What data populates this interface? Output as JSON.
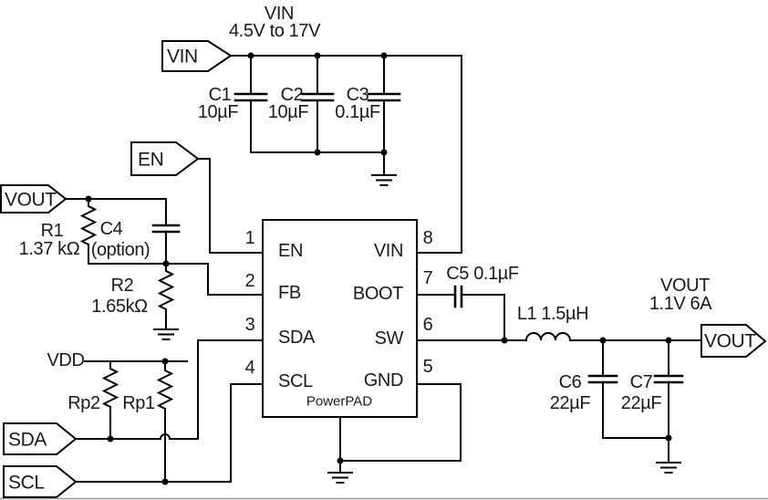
{
  "input": {
    "flag": "VIN",
    "net_name": "VIN",
    "net_range": "4.5V to 17V",
    "capacitors": [
      {
        "ref": "C1",
        "value": "10µF"
      },
      {
        "ref": "C2",
        "value": "10µF"
      },
      {
        "ref": "C3",
        "value": "0.1µF"
      }
    ]
  },
  "enable": {
    "flag": "EN"
  },
  "feedback": {
    "flag": "VOUT",
    "r1": {
      "ref": "R1",
      "value": "1.37 kΩ"
    },
    "c4": {
      "ref": "C4",
      "value": "(option)"
    },
    "r2": {
      "ref": "R2",
      "value": "1.65kΩ"
    }
  },
  "i2c": {
    "vdd_label": "VDD",
    "rp2_label": "Rp2",
    "rp1_label": "Rp1",
    "sda_flag": "SDA",
    "scl_flag": "SCL"
  },
  "ic": {
    "pad_label": "PowerPAD",
    "pins_left": [
      {
        "num": "1",
        "name": "EN"
      },
      {
        "num": "2",
        "name": "FB"
      },
      {
        "num": "3",
        "name": "SDA"
      },
      {
        "num": "4",
        "name": "SCL"
      }
    ],
    "pins_right": [
      {
        "num": "8",
        "name": "VIN"
      },
      {
        "num": "7",
        "name": "BOOT"
      },
      {
        "num": "6",
        "name": "SW"
      },
      {
        "num": "5",
        "name": "GND"
      }
    ]
  },
  "output": {
    "c5_label": "C5 0.1µF",
    "l1_label": "L1 1.5µH",
    "net_name": "VOUT",
    "net_rating": "1.1V 6A",
    "flag": "VOUT",
    "capacitors": [
      {
        "ref": "C6",
        "value": "22µF"
      },
      {
        "ref": "C7",
        "value": "22µF"
      }
    ]
  },
  "colors": {
    "wire": "#000000",
    "background": "#ffffff",
    "border_line": "#999999"
  }
}
